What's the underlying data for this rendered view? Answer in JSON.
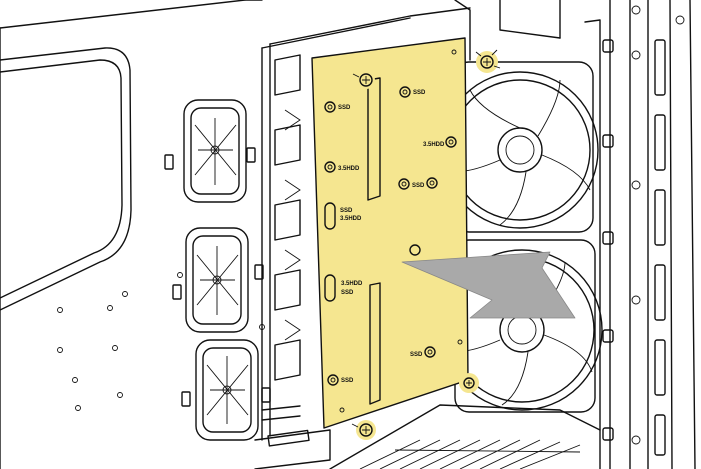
{
  "plate": {
    "fill": "#f5e690",
    "labels": {
      "ssd_top_left": "SSD",
      "ssd_top_right": "SSD",
      "hdd_right_mid": "3.5HDD",
      "hdd_left_mid": "3.5HDD",
      "ssd_right_mid": "SSD",
      "ssd_combo": "SSD",
      "hdd_combo": "3.5HDD",
      "hdd_combo_lower": "3.5HDD",
      "ssd_combo_lower": "SSD",
      "ssd_right_bottom": "SSD",
      "ssd_left_bottom": "SSD"
    }
  },
  "arrow": {
    "fill": "#a9a9a9",
    "meaning": "slide direction"
  },
  "highlight_color": "#f5e690"
}
